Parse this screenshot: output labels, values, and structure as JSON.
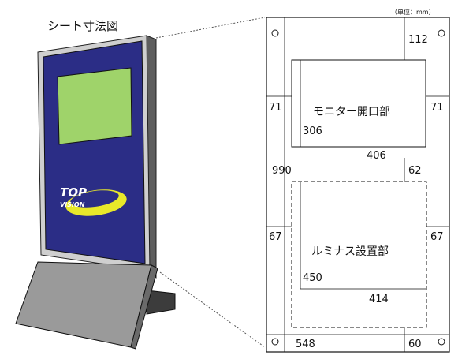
{
  "title": "シート寸法図",
  "unit": "（単位：mm）",
  "logo": {
    "line1": "TOP",
    "line2": "VISION"
  },
  "monitor": {
    "label": "モニター開口部",
    "width": "406",
    "height": "306"
  },
  "luminous": {
    "label": "ルミナス設置部",
    "width": "414",
    "height": "450"
  },
  "dims": {
    "top_margin": "112",
    "side_left_upper": "71",
    "side_right_upper": "71",
    "total_height": "990",
    "gap_middle": "62",
    "side_left_lower": "67",
    "side_right_lower": "67",
    "total_width": "548",
    "bottom_margin": "60"
  },
  "colors": {
    "panel_blue": "#2b2d86",
    "screen_green": "#9fd36a",
    "logo_yellow": "#e8e82a",
    "frame_gray": "#b9b9b9",
    "base_gray": "#8c8c8c"
  }
}
